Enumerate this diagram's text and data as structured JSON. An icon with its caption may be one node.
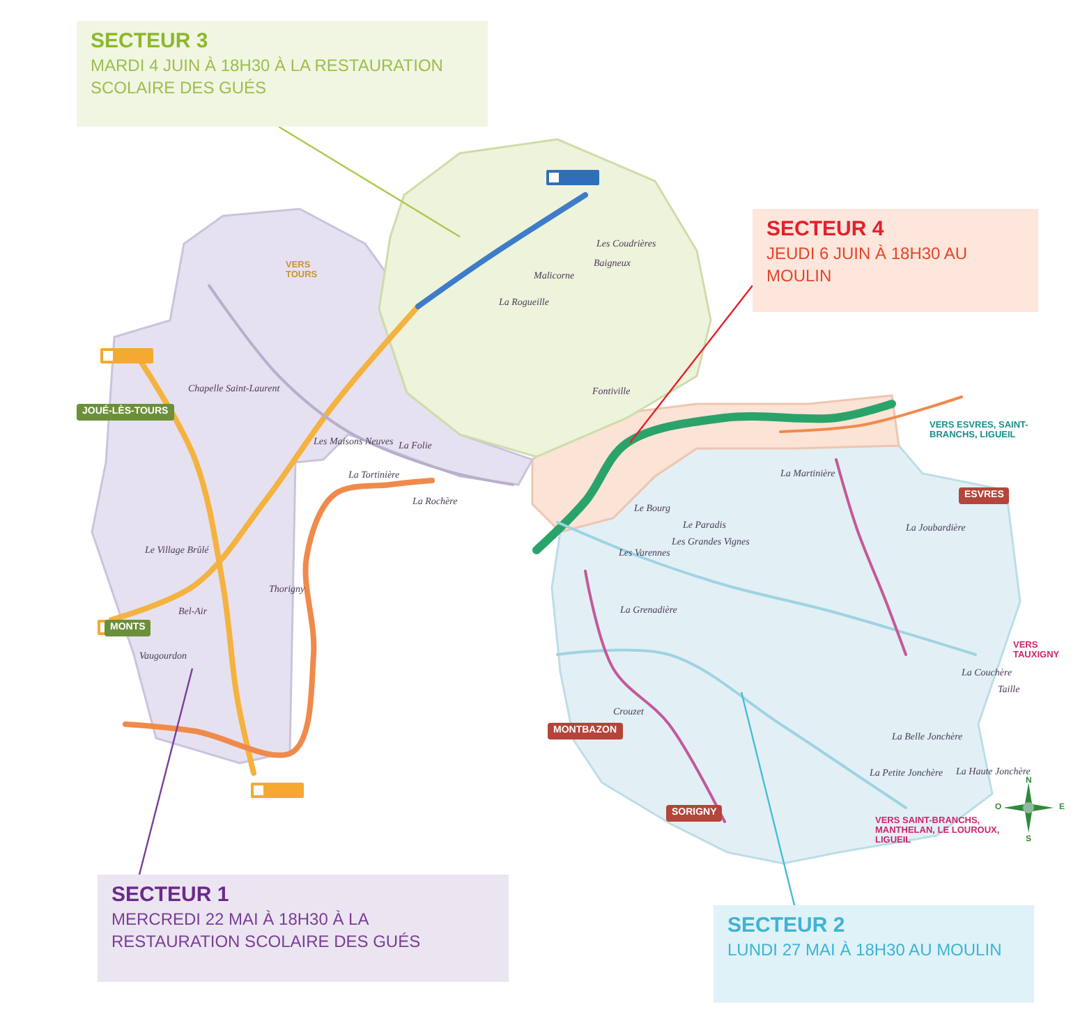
{
  "diagram": {
    "nodes": [
      {
        "text": [
          "SECTEUR 3",
          "MARDI 4 JUIN À 18H30 À LA RESTAURATION SCOLAIRE DES GUÉS"
        ]
      },
      {
        "text": [
          "SECTEUR 4",
          "JEUDI 6 JUIN À 18H30 AU MOULIN"
        ]
      },
      {
        "text": [],
        "shape": "region"
      },
      {
        "text": [],
        "shape": "region"
      },
      {
        "text": [],
        "shape": "region"
      },
      {
        "text": [],
        "shape": "region"
      },
      {
        "text": [
          "SECTEUR 1",
          "MERCREDI 22 MAI À 18H30 À LA RESTAURATION SCOLAIRE DES GUÉS"
        ]
      },
      {
        "text": [
          "SECTEUR 2",
          "LUNDI 27 MAI À 18H30 AU MOULIN"
        ]
      }
    ],
    "edges": [
      {
        "from": 0,
        "to": 2,
        "arrow": "none",
        "color": "#a8c94a"
      },
      {
        "from": 1,
        "to": 4,
        "arrow": "none",
        "color": "#e4202a"
      },
      {
        "from": 6,
        "to": 3,
        "arrow": "none",
        "color": "#7a3d96"
      },
      {
        "from": 7,
        "to": 5,
        "arrow": "none",
        "color": "#4bbad8"
      }
    ],
    "labels": [
      "VERS TOURS",
      "JOUÉ-LÈS-TOURS",
      "MONTS",
      "MONTBAZON",
      "SORIGNY",
      "ESVRES",
      "VERS ESVRES, SAINT-BRANCHS, LIGUEIL",
      "VERS TAUXIGNY",
      "VERS SAINT-BRANCHS, MANTHELAN, LE LOUROUX, LIGUEIL",
      "Chapelle Saint-Laurent",
      "Les Maisons Neuves",
      "La Tortinière",
      "Le Village Brûlé",
      "Thorigny",
      "Bel-Air",
      "Vaugourdon",
      "La Rochère",
      "Les Coudrières",
      "Malicorne",
      "Baigneux",
      "La Rogueille",
      "Fontiville",
      "La Folie",
      "La Martinière",
      "Le Bourg",
      "Le Paradis",
      "Les Varennes",
      "Les Grandes Vignes",
      "La Joubardière",
      "La Grenadière",
      "Crouzet",
      "La Belle Jonchère",
      "La Couchère",
      "Taille",
      "La Petite Jonchère",
      "La Haute Jonchère",
      "N",
      "E",
      "S",
      "O"
    ]
  }
}
